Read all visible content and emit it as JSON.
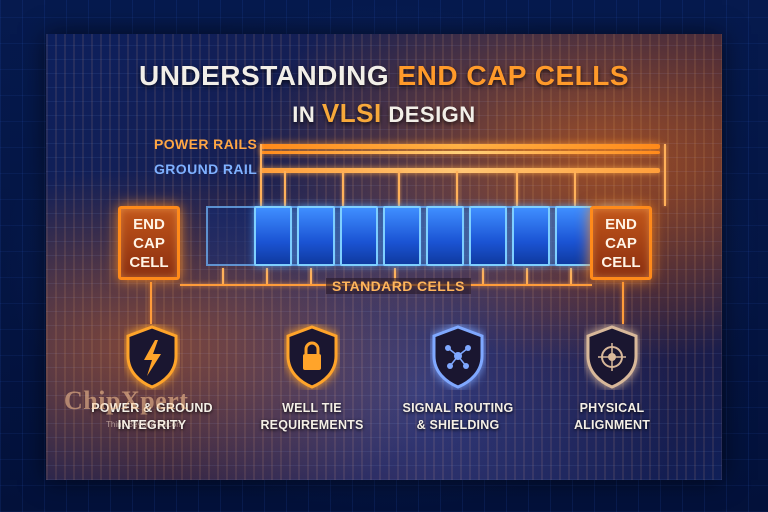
{
  "title": {
    "line1_prefix": "UNDERSTANDING ",
    "line1_accent": "END CAP CELLS",
    "line2_prefix": "IN ",
    "line2_accent": "VLSI",
    "line2_suffix": " DESIGN"
  },
  "rails": {
    "power_label": "POWER RAILS",
    "ground_label": "GROUND RAIL"
  },
  "end_caps": {
    "left_label": "END CAP CELL",
    "right_label": "END CAP CELL"
  },
  "standard_cells": {
    "label": "STANDARD CELLS",
    "count": 9
  },
  "features": [
    {
      "icon": "lightning-shield-icon",
      "line1": "POWER & GROUND",
      "line2": "INTEGRITY",
      "color": "#ffa42a"
    },
    {
      "icon": "lock-shield-icon",
      "line1": "WELL TIE",
      "line2": "REQUIREMENTS",
      "color": "#ffa42a"
    },
    {
      "icon": "network-shield-icon",
      "line1": "SIGNAL ROUTING",
      "line2": "& SHIELDING",
      "color": "#7fa8ff"
    },
    {
      "icon": "target-shield-icon",
      "line1": "PHYSICAL",
      "line2": "ALIGNMENT",
      "color": "#d8b89a"
    }
  ],
  "watermark": {
    "brand": "ChipXpert",
    "tagline": "Think Beyond Silicon"
  },
  "colors": {
    "accent_orange": "#ff9a2a",
    "accent_blue": "#3f8eff",
    "background": "#04123a"
  }
}
